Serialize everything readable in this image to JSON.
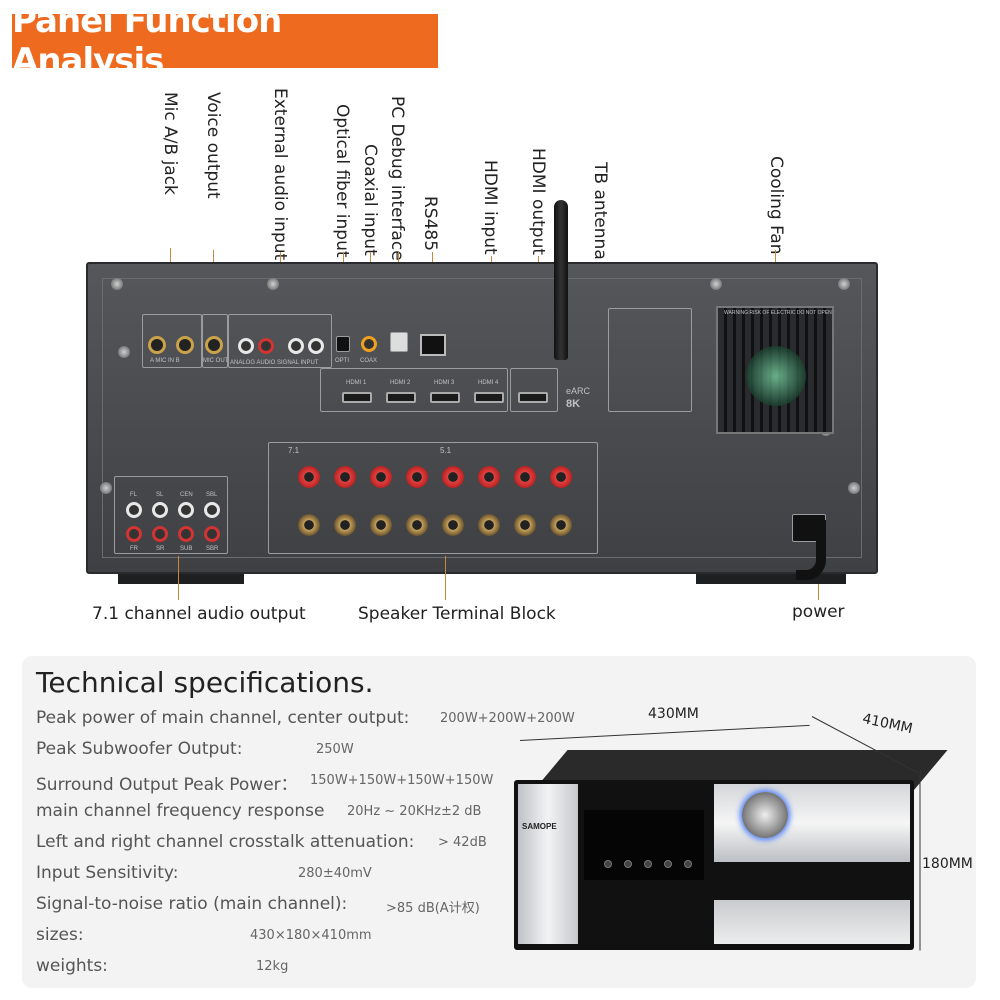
{
  "title": "Panel Function Analysis",
  "top_labels": [
    "Mic A/B jack",
    "Voice output",
    "External audio input",
    "Optical fiber input",
    "Coaxial input",
    "PC Debug interface",
    "RS485",
    "HDMI input",
    "HDMI output",
    "TB antenna",
    "Cooling Fan"
  ],
  "bottom_labels": {
    "audio_output": "7.1 channel audio output",
    "speaker_block": "Speaker Terminal Block",
    "power": "power"
  },
  "panel_text": {
    "hdmi_in": [
      "HDMI 1",
      "HDMI 2",
      "HDMI 3",
      "HDMI 4"
    ],
    "earc": "eARC",
    "eightk": "8K",
    "warning": "WARNING:RISK OF ELECTRIC DO NOT OPEN",
    "out71": [
      "FL",
      "SL",
      "CEN",
      "SBL",
      "FR",
      "SR",
      "SUB",
      "SBR"
    ],
    "chan51": "5.1",
    "chan71": "7.1",
    "optical": "OPTI",
    "coax": "COAX",
    "mic": "A   MIC IN   B",
    "micout": "MIC OUT",
    "analog": "ANALOG AUDIO SIGNAL INPUT"
  },
  "specs": {
    "heading": "Technical specifications.",
    "rows": [
      {
        "label": "Peak power of main channel, center output:",
        "value": "200W+200W+200W"
      },
      {
        "label": "Peak Subwoofer Output:",
        "value": "250W"
      },
      {
        "label": "Surround Output Peak Power：",
        "value": "150W+150W+150W+150W"
      },
      {
        "label": "main channel frequency response",
        "value": "20Hz ~ 20KHz±2 dB"
      },
      {
        "label": "Left and right channel crosstalk attenuation:",
        "value": "> 42dB"
      },
      {
        "label": "Input Sensitivity:",
        "value": "280±40mV"
      },
      {
        "label": "Signal-to-noise ratio (main channel):",
        "value": ">85 dB(A计权)"
      },
      {
        "label": "sizes:",
        "value": "430×180×410mm"
      },
      {
        "label": "weights:",
        "value": "12kg"
      }
    ]
  },
  "dimensions": {
    "width": "430MM",
    "depth": "410MM",
    "height": "180MM"
  },
  "amp_brand": "SAMOPE",
  "colors": {
    "accent": "#ee6a1f",
    "leader": "#c58a3a"
  }
}
